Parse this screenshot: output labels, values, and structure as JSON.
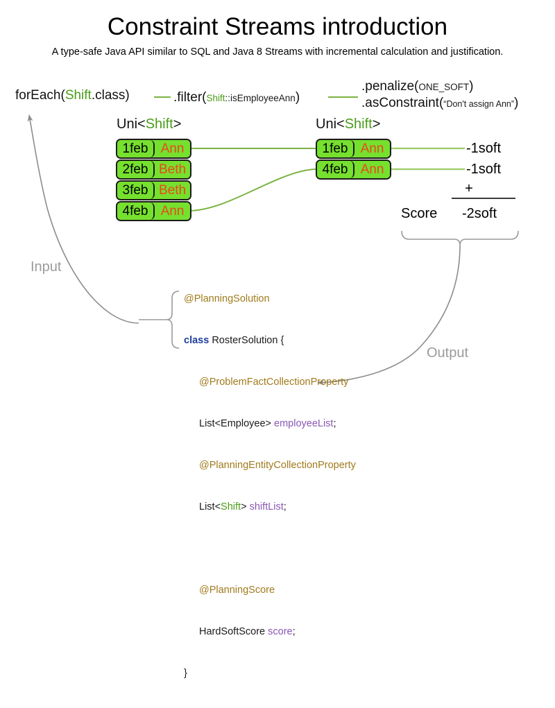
{
  "header": {
    "title": "Constraint Streams introduction",
    "subtitle": "A type-safe Java API similar to SQL and Java 8 Streams with incremental calculation and justification."
  },
  "pipeline": {
    "foreach": {
      "prefix": "forEach(",
      "type": "Shift",
      "suffix": ".class)"
    },
    "filter": {
      "prefix": ".filter(",
      "arg_type": "Shift",
      "arg_rest": "::isEmployeeAnn",
      "suffix": ")"
    },
    "penalize": {
      "prefix": ".penalize(",
      "arg": "ONE_SOFT",
      "suffix": ")"
    },
    "as_constraint": {
      "prefix": ".asConstraint(",
      "arg": "“Don't assign Ann”",
      "suffix": ")"
    }
  },
  "streams": {
    "left": {
      "caption_prefix": "Uni<",
      "caption_type": "Shift",
      "caption_suffix": ">",
      "rows": [
        {
          "date": "1feb",
          "employee": "Ann"
        },
        {
          "date": "2feb",
          "employee": "Beth"
        },
        {
          "date": "3feb",
          "employee": "Beth"
        },
        {
          "date": "4feb",
          "employee": "Ann"
        }
      ]
    },
    "right": {
      "caption_prefix": "Uni<",
      "caption_type": "Shift",
      "caption_suffix": ">",
      "rows": [
        {
          "date": "1feb",
          "employee": "Ann"
        },
        {
          "date": "4feb",
          "employee": "Ann"
        }
      ]
    }
  },
  "score": {
    "penalties": [
      "-1soft",
      "-1soft"
    ],
    "operator": "+",
    "label": "Score",
    "total": "-2soft"
  },
  "flow": {
    "input_label": "Input",
    "output_label": "Output"
  },
  "code": {
    "line1_annotation": "@PlanningSolution",
    "line2_keyword": "class",
    "line2_rest": " RosterSolution {",
    "line3_annotation": "@ProblemFactCollectionProperty",
    "line4_type": "List<Employee> ",
    "line4_field": "employeeList",
    "line4_semi": ";",
    "line5_annotation": "@PlanningEntityCollectionProperty",
    "line6_pre": "List<",
    "line6_type": "Shift",
    "line6_post": "> ",
    "line6_field": "shiftList",
    "line6_semi": ";",
    "line7_annotation": "@PlanningScore",
    "line8_type": "HardSoftScore ",
    "line8_field": "score",
    "line8_semi": ";",
    "line9_close": "}"
  },
  "colors": {
    "card_fill": "#76e02e",
    "card_border": "#1b1b1b",
    "employee_text": "#e8491d",
    "type_green": "#4a9c18",
    "connector_green": "#7cb342",
    "flow_gray": "#9a9a9a",
    "annotation": "#a07a1c",
    "keyword": "#1f3f9e",
    "field": "#8a57b5"
  }
}
